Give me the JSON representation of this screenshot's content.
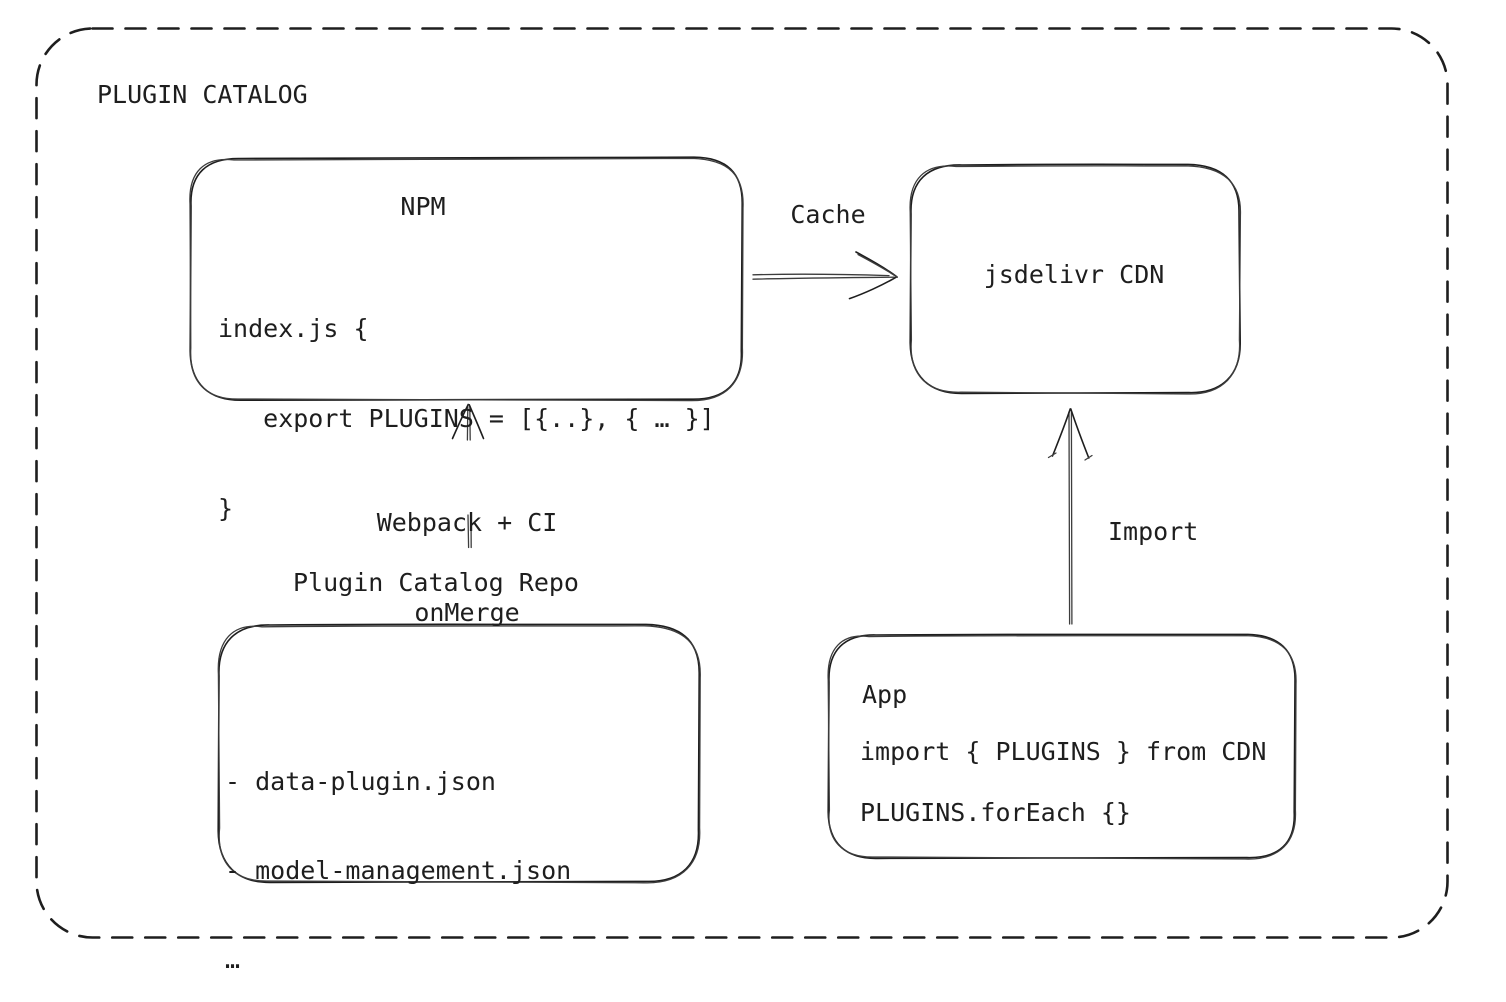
{
  "canvas": {
    "background": "#ffffff",
    "stroke_color": "#1e1e1e"
  },
  "frame": {
    "title": "PLUGIN CATALOG"
  },
  "nodes": {
    "npm": {
      "title": "NPM",
      "code_lines": [
        "index.js {",
        "   export PLUGINS = [{..}, { … }]",
        "}"
      ]
    },
    "cdn": {
      "label": "jsdelivr CDN"
    },
    "repo": {
      "title": "Plugin Catalog Repo",
      "file_lines": [
        "- data-plugin.json",
        "- model-management.json",
        "…"
      ]
    },
    "app": {
      "title": "App",
      "code_lines": [
        "import { PLUGINS } from CDN",
        "PLUGINS.forEach {}"
      ]
    }
  },
  "edges": {
    "cache": {
      "label": "Cache"
    },
    "build": {
      "label_lines": [
        "Webpack + CI",
        "onMerge"
      ]
    },
    "import_edge": {
      "label": "Import"
    }
  }
}
